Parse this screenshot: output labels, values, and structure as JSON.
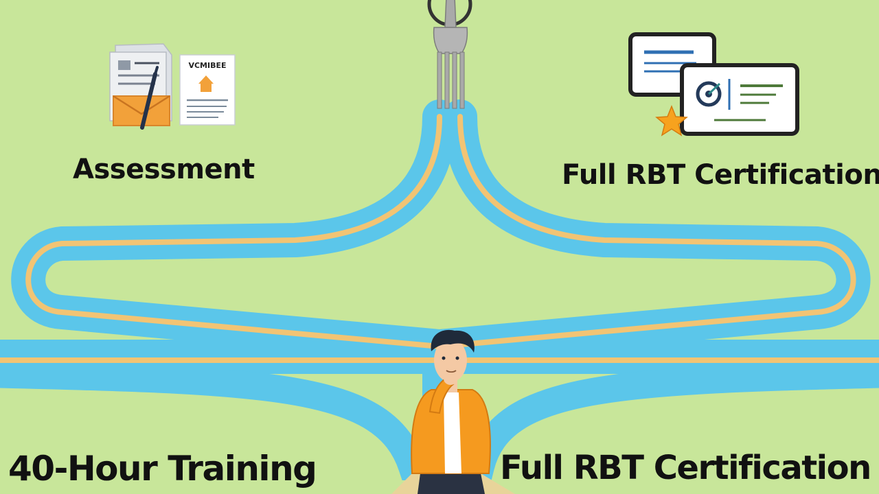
{
  "labels": {
    "assessment": "Assessment",
    "certification_top": "Full RBT Certification",
    "training": "40-Hour Training",
    "certification_bottom": "Full RBT Certification"
  },
  "document_header": "VCMIBEE",
  "colors": {
    "background": "#c8e69a",
    "road_blue": "#5bc6ea",
    "road_stripe": "#f2c474",
    "jacket_orange": "#f59a1f",
    "envelope_orange": "#f2a13a",
    "certificate_dark": "#222222",
    "fork_gray": "#a9a9a9"
  },
  "icons": [
    "assessment-documents-icon",
    "certificate-cards-icon",
    "fork-icon",
    "thinking-person-icon",
    "award-ribbon-icon"
  ]
}
